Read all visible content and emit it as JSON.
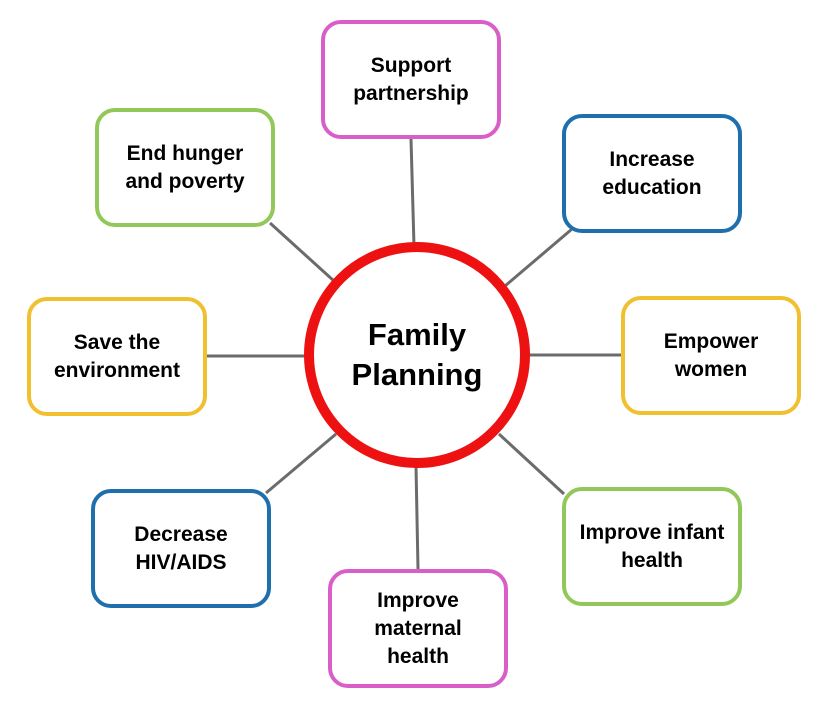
{
  "diagram": {
    "type": "hub-and-spoke",
    "center": {
      "label": "Family Planning",
      "border_color": "#ee1111"
    },
    "connector_color": "#6b6b6b",
    "nodes": [
      {
        "id": "support-partnership",
        "label": "Support partnership",
        "border_color": "#d95fc8"
      },
      {
        "id": "increase-education",
        "label": "Increase education",
        "border_color": "#1f6fad"
      },
      {
        "id": "empower-women",
        "label": "Empower women",
        "border_color": "#f0c030"
      },
      {
        "id": "improve-infant-health",
        "label": "Improve infant health",
        "border_color": "#92c85a"
      },
      {
        "id": "improve-maternal-health",
        "label": "Improve maternal health",
        "border_color": "#d95fc8"
      },
      {
        "id": "decrease-hiv-aids",
        "label": "Decrease HIV/AIDS",
        "border_color": "#1f6fad"
      },
      {
        "id": "save-the-environment",
        "label": "Save the environment",
        "border_color": "#f0c030"
      },
      {
        "id": "end-hunger-and-poverty",
        "label": "End hunger and poverty",
        "border_color": "#92c85a"
      }
    ]
  }
}
